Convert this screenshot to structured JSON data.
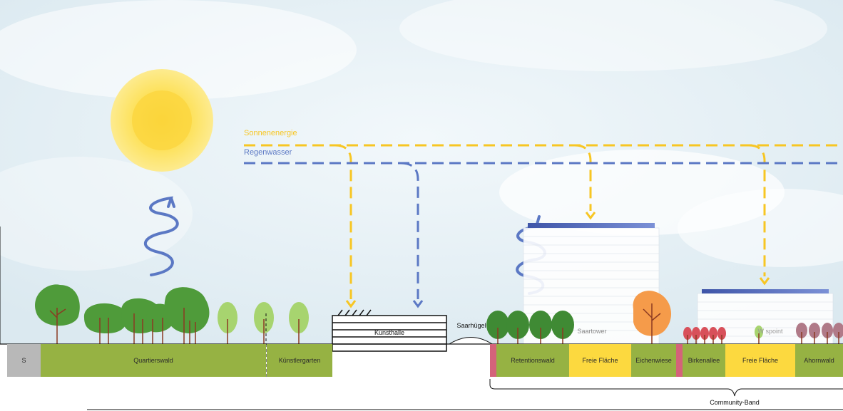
{
  "flows": {
    "sun_label": "Sonnenenergie",
    "rain_label": "Regenwasser"
  },
  "buildings": {
    "kunsthalle": "Kunsthalle",
    "saartower": "Saartower",
    "waspoint": "W   spoint"
  },
  "landmarks": {
    "saarhuegel": "Saarhügel"
  },
  "ground": {
    "segments": [
      {
        "label": "S",
        "color": "#b8b8b8"
      },
      {
        "label": "Quartierswald",
        "color": "#96b243"
      },
      {
        "label": "Künstlergarten",
        "color": "#96b243"
      },
      {
        "label": "Retentionswald",
        "color": "#96b243"
      },
      {
        "label": "Freie Fläche",
        "color": "#fcd93f"
      },
      {
        "label": "Eichenwiese",
        "color": "#96b243"
      },
      {
        "label": "Birkenallee",
        "color": "#96b243"
      },
      {
        "label": "Freie Fläche",
        "color": "#fcd93f"
      },
      {
        "label": "Ahornwald",
        "color": "#96b243"
      }
    ],
    "band_label": "Community-Band"
  },
  "colors": {
    "sun_flow": "#f7c623",
    "rain_flow": "#5b78c4",
    "tree_green": "#4f9b3a",
    "tree_light": "#a7d46f",
    "tree_orange": "#f59b4a",
    "tree_red": "#d8505a",
    "tree_mauve": "#b07a88"
  },
  "icons": [
    "sun-icon",
    "evaporation-spiral-icon",
    "tree-icon"
  ]
}
